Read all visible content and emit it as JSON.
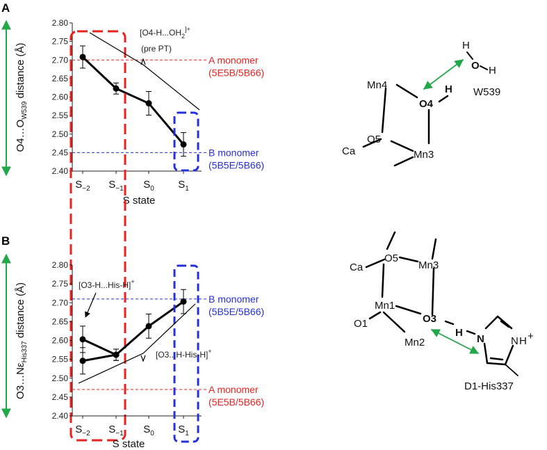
{
  "colors": {
    "red": "#e8231f",
    "blue": "#2530d8",
    "green": "#22a84a",
    "black": "#000000"
  },
  "panels": {
    "a": {
      "label": "A"
    },
    "b": {
      "label": "B"
    }
  },
  "chart_data": [
    {
      "type": "line",
      "panel": "A",
      "categories": [
        "S−2",
        "S−1",
        "S0",
        "S1"
      ],
      "category_main": [
        "S",
        "S",
        "S",
        "S"
      ],
      "category_sub": [
        "−2",
        "−1",
        "0",
        "1"
      ],
      "xlabel": "S state",
      "ylabel": {
        "main": "O4…O",
        "sub": "W539",
        "rest": " distance (Å)"
      },
      "ylim": [
        2.4,
        2.8
      ],
      "yticks": [
        "2.40",
        "2.45",
        "2.50",
        "2.55",
        "2.60",
        "2.65",
        "2.70",
        "2.75",
        "2.80"
      ],
      "series": [
        {
          "values": [
            2.708,
            2.623,
            2.583,
            2.472
          ],
          "errors": [
            0.03,
            0.015,
            0.032,
            0.032
          ]
        }
      ],
      "reference_lines": [
        {
          "value": 2.7,
          "label": "A monomer",
          "label2": "(5E5B/5B66)",
          "color": "red"
        },
        {
          "value": 2.45,
          "label": "B monomer",
          "label2": "(5B5E/5B66)",
          "color": "blue"
        }
      ],
      "annotations": [
        {
          "text": "[O4-H...OH",
          "sub": "2",
          "sup": "]+",
          "text2": "(pre PT)"
        }
      ]
    },
    {
      "type": "line",
      "panel": "B",
      "categories": [
        "S−2",
        "S−1",
        "S0",
        "S1"
      ],
      "category_main": [
        "S",
        "S",
        "S",
        "S"
      ],
      "category_sub": [
        "−2",
        "−1",
        "0",
        "1"
      ],
      "xlabel": "S state",
      "ylabel": {
        "main": "O3…Nε",
        "sub": "His337",
        "rest": " distance (Å)"
      },
      "ylim": [
        2.4,
        2.8
      ],
      "yticks": [
        "2.40",
        "2.45",
        "2.50",
        "2.55",
        "2.60",
        "2.65",
        "2.70",
        "2.75",
        "2.80"
      ],
      "series": [
        {
          "x": [
            0,
            1
          ],
          "values": [
            2.603,
            2.562
          ],
          "errors": [
            0.035,
            0.015
          ]
        },
        {
          "x": [
            0,
            1,
            2,
            3
          ],
          "values": [
            2.546,
            2.562,
            2.638,
            2.703
          ],
          "errors": [
            0.035,
            0.015,
            0.032,
            0.032
          ]
        }
      ],
      "reference_lines": [
        {
          "value": 2.71,
          "label": "B monomer",
          "label2": "(5B5E/5B66)",
          "color": "blue"
        },
        {
          "value": 2.47,
          "label": "A monomer",
          "label2": "(5E5B/5B66)",
          "color": "red"
        }
      ],
      "annotations": [
        {
          "text": "[O3-H...His-H]",
          "sup": "+"
        },
        {
          "text": "[O3...H-His-H]",
          "sup": "+"
        }
      ]
    }
  ],
  "structures": {
    "top": {
      "atoms": [
        "Mn4",
        "O4",
        "H",
        "O",
        "H",
        "H",
        "W539",
        "O5",
        "Ca",
        "Mn3"
      ]
    },
    "bottom": {
      "atoms": [
        "Ca",
        "O5",
        "Mn3",
        "Mn1",
        "O3",
        "H",
        "O1",
        "Mn2",
        "N",
        "N",
        "H",
        "+",
        "D1-His337"
      ]
    }
  }
}
